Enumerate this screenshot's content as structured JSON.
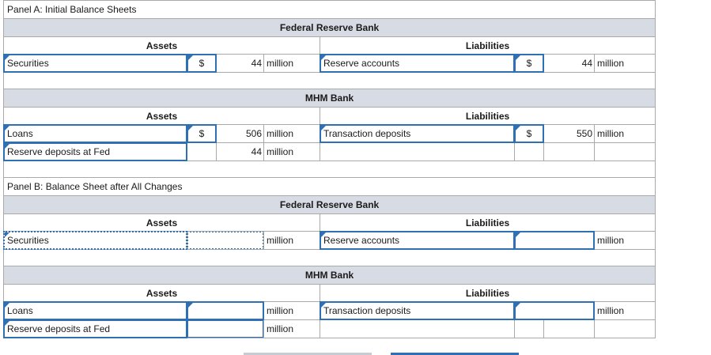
{
  "panelA": {
    "title": "Panel A: Initial Balance Sheets",
    "fed": {
      "name": "Federal Reserve Bank",
      "assets_head": "Assets",
      "liab_head": "Liabilities",
      "asset_label": "Securities",
      "asset_dollar": "$",
      "asset_value": "44",
      "asset_unit": "million",
      "liab_label": "Reserve accounts",
      "liab_dollar": "$",
      "liab_value": "44",
      "liab_unit": "million"
    },
    "mhm": {
      "name": "MHM Bank",
      "assets_head": "Assets",
      "liab_head": "Liabilities",
      "asset1_label": "Loans",
      "asset1_dollar": "$",
      "asset1_value": "506",
      "asset1_unit": "million",
      "asset2_label": "Reserve deposits at Fed",
      "asset2_value": "44",
      "asset2_unit": "million",
      "liab_label": "Transaction deposits",
      "liab_dollar": "$",
      "liab_value": "550",
      "liab_unit": "million"
    }
  },
  "panelB": {
    "title": "Panel B: Balance Sheet after All Changes",
    "fed": {
      "name": "Federal Reserve Bank",
      "assets_head": "Assets",
      "liab_head": "Liabilities",
      "asset_label": "Securities",
      "asset_unit": "million",
      "liab_label": "Reserve accounts",
      "liab_unit": "million"
    },
    "mhm": {
      "name": "MHM Bank",
      "assets_head": "Assets",
      "liab_head": "Liabilities",
      "asset1_label": "Loans",
      "asset1_unit": "million",
      "asset2_label": "Reserve deposits at Fed",
      "asset2_unit": "million",
      "liab_label": "Transaction deposits",
      "liab_unit": "million"
    }
  },
  "colors": {
    "accent": "#2f6fb4",
    "header_bg": "#d7dbe3",
    "border": "#a9a9a9"
  }
}
